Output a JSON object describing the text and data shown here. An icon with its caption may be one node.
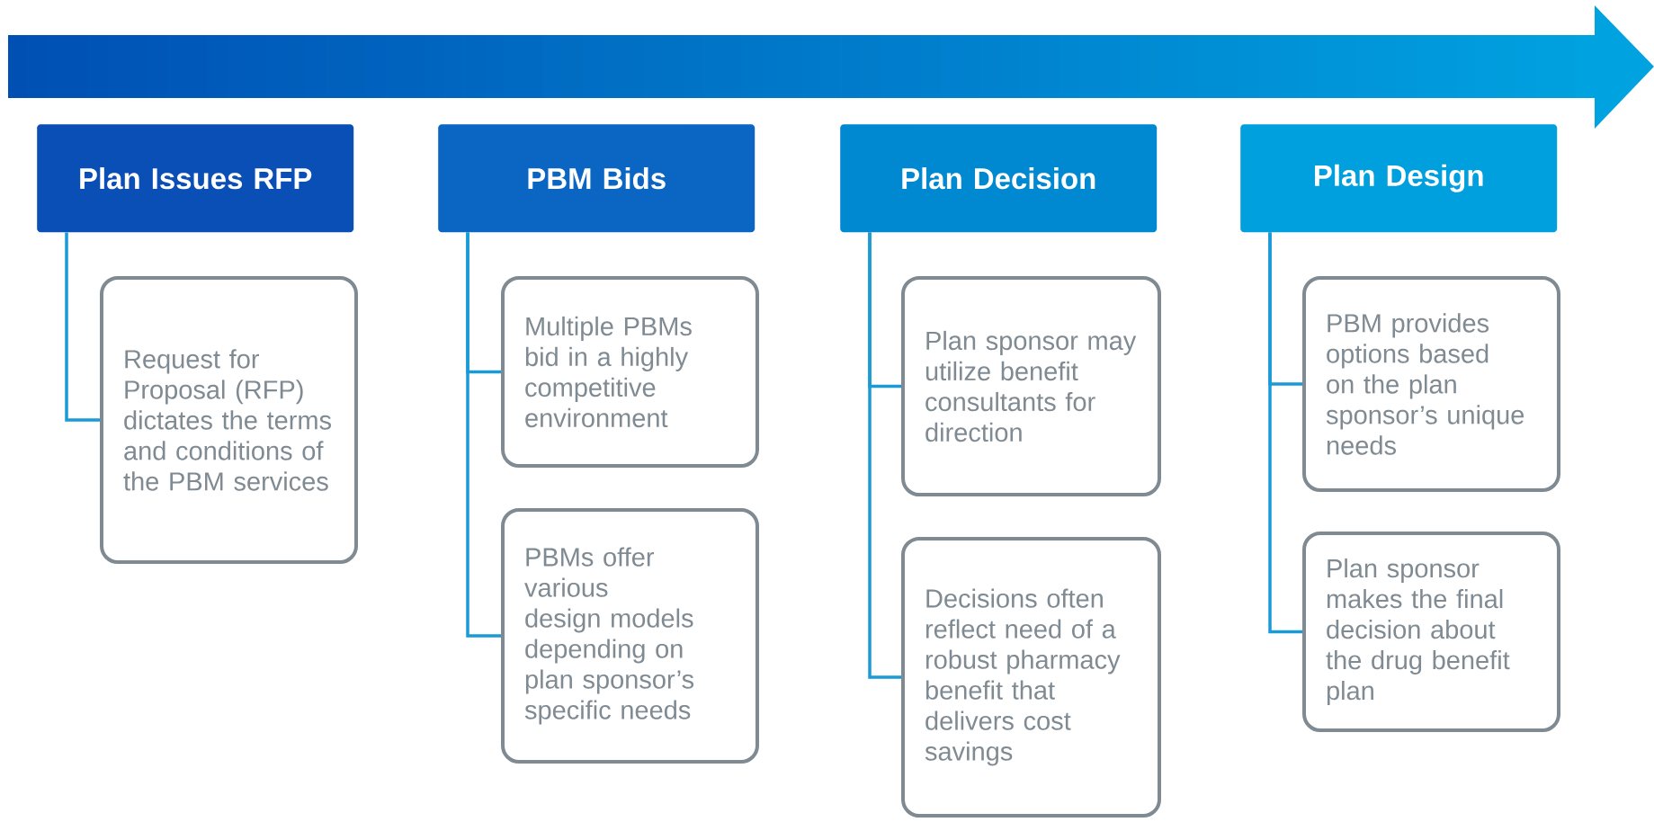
{
  "diagram": {
    "nodes": [
      {
        "text": [
          "Plan Issues RFP"
        ]
      },
      {
        "text": [
          "Request for Proposal (RFP) dictates the terms and conditions of the PBM services"
        ]
      },
      {
        "text": [
          "PBM Bids"
        ]
      },
      {
        "text": [
          "Multiple PBMs bid in a highly competitive environment"
        ]
      },
      {
        "text": [
          "PBMs offer various design models depending on plan sponsor’s specific needs"
        ]
      },
      {
        "text": [
          "Plan Decision"
        ]
      },
      {
        "text": [
          "Plan sponsor may utilize benefit consultants for direction"
        ]
      },
      {
        "text": [
          "Decisions often reflect need of a robust pharmacy benefit that delivers cost savings"
        ]
      },
      {
        "text": [
          "Plan Design"
        ]
      },
      {
        "text": [
          "PBM provides options based on the plan sponsor’s unique needs"
        ]
      },
      {
        "text": [
          "Plan sponsor makes the final decision about the drug benefit plan"
        ]
      }
    ],
    "edges": [
      {
        "from": 0,
        "to": 1,
        "arrow": "none"
      },
      {
        "from": 2,
        "to": 3,
        "arrow": "none"
      },
      {
        "from": 2,
        "to": 4,
        "arrow": "none"
      },
      {
        "from": 5,
        "to": 6,
        "arrow": "none"
      },
      {
        "from": 5,
        "to": 7,
        "arrow": "none"
      },
      {
        "from": 8,
        "to": 9,
        "arrow": "none"
      },
      {
        "from": 8,
        "to": 10,
        "arrow": "none"
      }
    ]
  }
}
